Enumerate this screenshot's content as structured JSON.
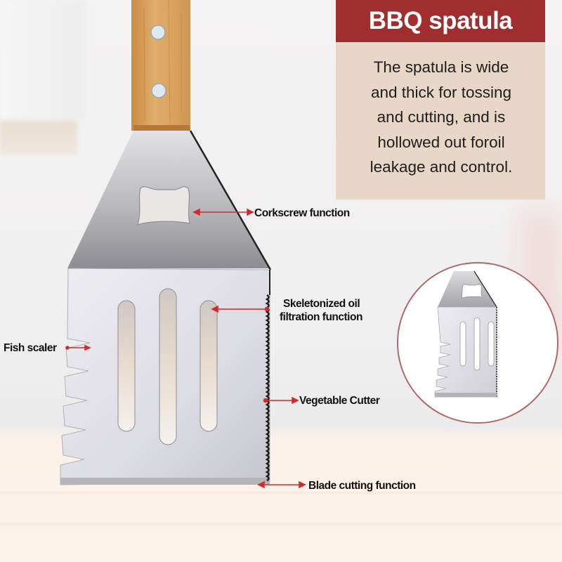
{
  "info_card": {
    "title": "BBQ spatula",
    "lines": [
      "The spatula is wide",
      "and thick for tossing",
      "and cutting, and is",
      "hollowed out foroil",
      "leakage and control."
    ]
  },
  "callouts": {
    "corkscrew": "Corkscrew function",
    "oil_filtration_line1": "Skeletonized oil",
    "oil_filtration_line2": "filtration function",
    "fish_scaler": "Fish scaler",
    "vegetable_cutter": "Vegetable Cutter",
    "blade_cutting": "Blade cutting function"
  },
  "colors": {
    "header_red": "#a12e2e",
    "card_beige": "#e8d7c6",
    "arrow_red": "#d42a2a",
    "handle_wood": "#d9a560",
    "steel": "#dcdce2",
    "circle_border": "#b06a6a"
  }
}
